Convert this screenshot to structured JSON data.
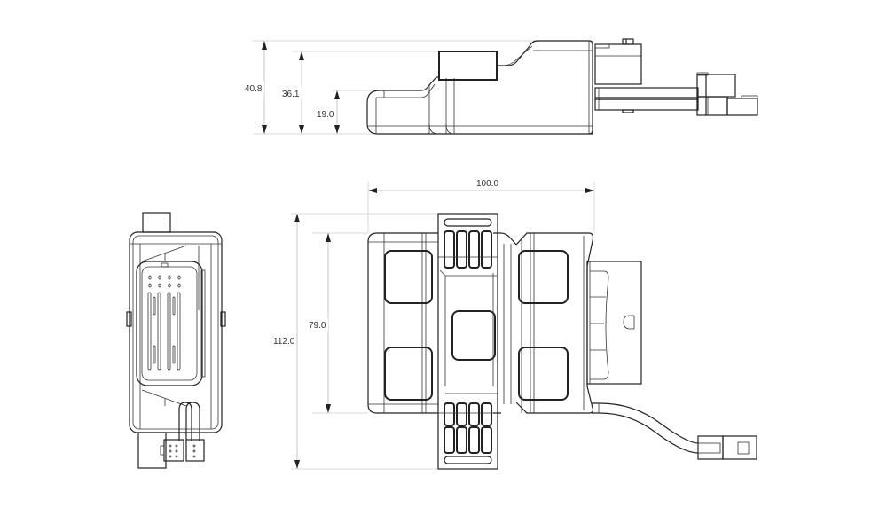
{
  "drawing": {
    "side_view": {
      "dimensions": {
        "overall_height": "40.8",
        "housing_height": "36.1",
        "step_height": "19.0"
      }
    },
    "top_view": {
      "dimensions": {
        "overall_length": "112.0",
        "body_length": "79.0",
        "width": "100.0"
      }
    },
    "end_view": {},
    "colors": {
      "line": "#222222",
      "dimension_line": "#c8c8c8",
      "text": "#333333",
      "background": "#ffffff"
    }
  }
}
